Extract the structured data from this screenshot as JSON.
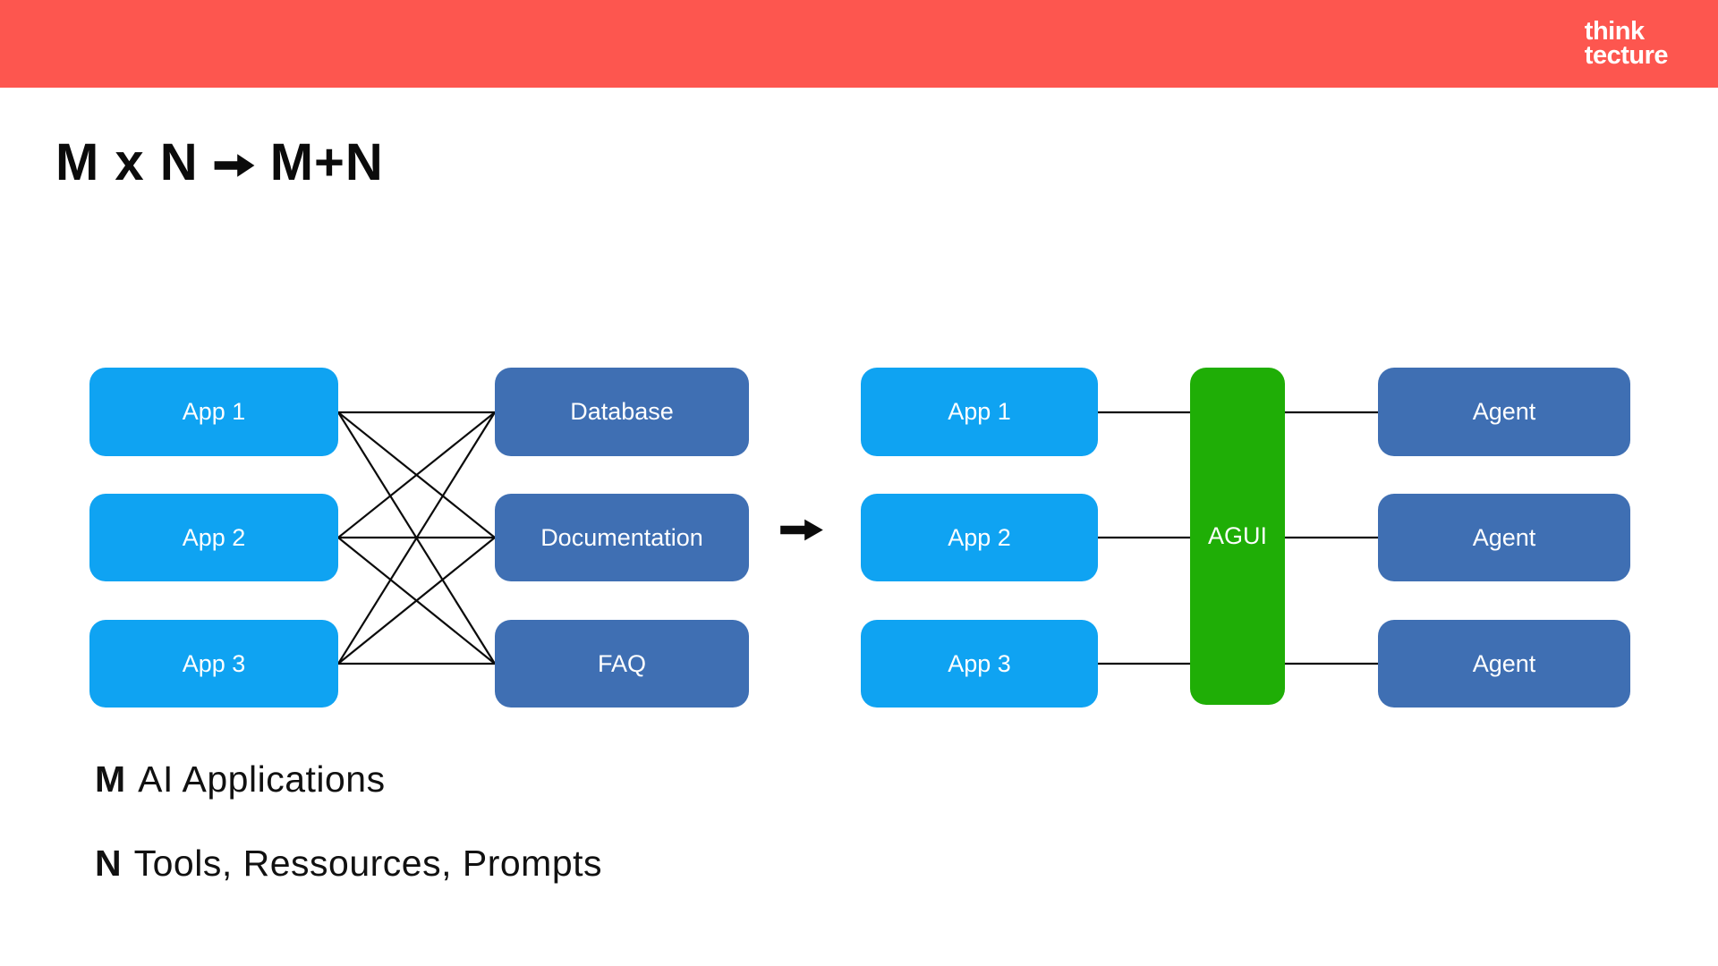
{
  "header": {
    "logo_line1": "think",
    "logo_line2": "tecture"
  },
  "title": {
    "left": "M x N",
    "right": "M+N",
    "arrow_icon": "solid-right-arrow"
  },
  "diagram_left": {
    "apps": [
      "App 1",
      "App 2",
      "App 3"
    ],
    "resources": [
      "Database",
      "Documentation",
      "FAQ"
    ],
    "connection_type": "full-mesh-3x3"
  },
  "transform_arrow_icon": "solid-right-arrow",
  "diagram_right": {
    "apps": [
      "App 1",
      "App 2",
      "App 3"
    ],
    "hub": "AGUI",
    "agents": [
      "Agent",
      "Agent",
      "Agent"
    ],
    "connection_type": "hub-and-spoke"
  },
  "legend": [
    {
      "term": "M",
      "description": "AI Applications"
    },
    {
      "term": "N",
      "description": "Tools, Ressources, Prompts"
    }
  ],
  "colors": {
    "header_red": "#FD564F",
    "app_blue": "#0FA3F2",
    "resource_blue": "#3F6FB3",
    "hub_green": "#1FAE06",
    "line_black": "#0b0b0b"
  }
}
